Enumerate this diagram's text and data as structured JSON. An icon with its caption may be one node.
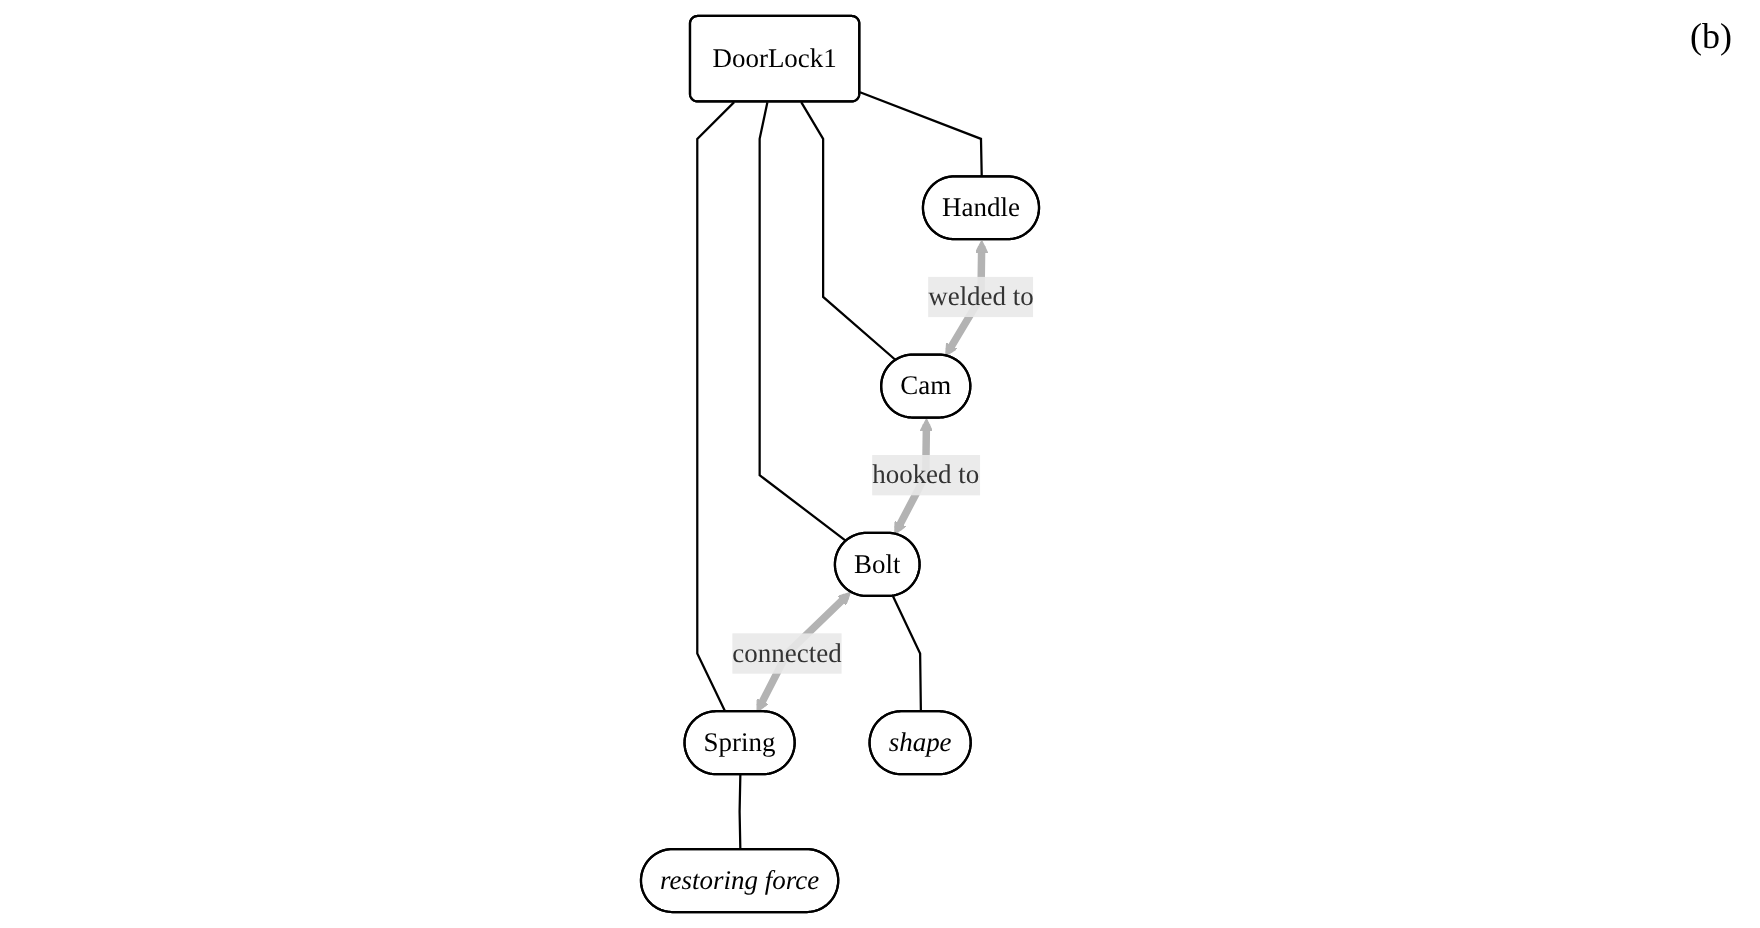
{
  "diagram": {
    "nodes": [
      {
        "text": [
          "DoorLock1"
        ]
      },
      {
        "text": [
          "Handle"
        ]
      },
      {
        "text": [
          "Cam"
        ]
      },
      {
        "text": [
          "Bolt"
        ]
      },
      {
        "text": [
          "Spring"
        ]
      },
      {
        "text": [
          "shape"
        ]
      },
      {
        "text": [
          "restoring force"
        ]
      }
    ],
    "edges": [
      {
        "from": 0,
        "to": 1,
        "arrow": "none"
      },
      {
        "from": 0,
        "to": 2,
        "arrow": "none"
      },
      {
        "from": 0,
        "to": 3,
        "arrow": "none"
      },
      {
        "from": 0,
        "to": 4,
        "arrow": "none"
      },
      {
        "from": 1,
        "to": 2,
        "arrow": "both",
        "label": "welded to",
        "style": "thick",
        "color": "#b3b3b3"
      },
      {
        "from": 2,
        "to": 3,
        "arrow": "both",
        "label": "hooked to",
        "style": "thick",
        "color": "#b3b3b3"
      },
      {
        "from": 3,
        "to": 4,
        "arrow": "both",
        "label": "connected",
        "style": "thick",
        "color": "#b3b3b3"
      },
      {
        "from": 3,
        "to": 5,
        "arrow": "none"
      },
      {
        "from": 4,
        "to": 6,
        "arrow": "none"
      }
    ],
    "labels": [
      "(b)"
    ]
  }
}
